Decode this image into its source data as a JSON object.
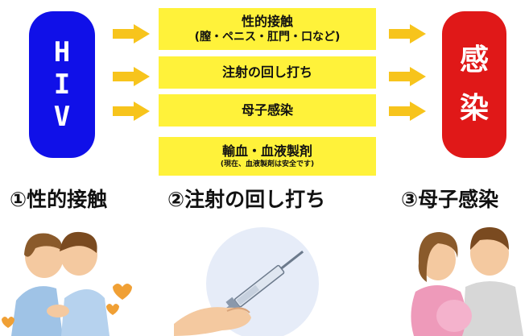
{
  "hiv_label": [
    "H",
    "I",
    "V"
  ],
  "infection_label": [
    "感",
    "染"
  ],
  "routes": [
    {
      "main": "性的接触",
      "sub": "(膣・ペニス・肛門・口など)"
    },
    {
      "main": "注射の回し打ち"
    },
    {
      "main": "母子感染"
    },
    {
      "main": "輸血・血液製剤",
      "sub": "(現在、血液製剤は安全です)"
    }
  ],
  "captions": [
    "①性的接触",
    "②注射の回し打ち",
    "③母子感染"
  ],
  "colors": {
    "hiv_blue": "#1010e8",
    "infection_red": "#e01818",
    "box_yellow": "#fff23a",
    "arrow_yellow": "#f7c41c"
  },
  "illustrations": [
    "embracing-couple",
    "syringe-in-hand",
    "pregnant-woman-and-man"
  ]
}
